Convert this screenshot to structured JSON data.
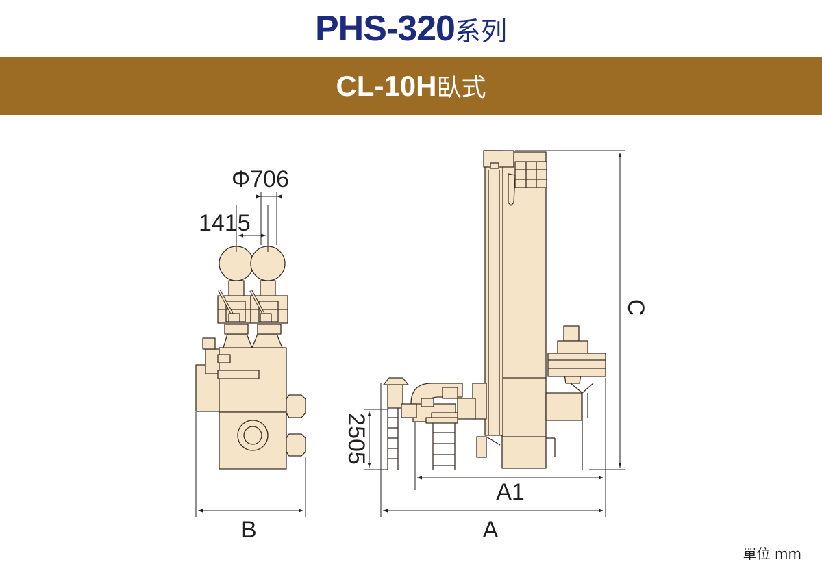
{
  "header": {
    "series_model": "PHS-320",
    "series_suffix": "系列",
    "sub_model": "CL-10H",
    "sub_suffix": "臥式"
  },
  "dimensions": {
    "phi": "Φ706",
    "spacing": "1415",
    "height_2505": "2505",
    "a1": "A1",
    "a": "A",
    "b": "B",
    "c": "C"
  },
  "unit_label": "單位 mm",
  "colors": {
    "title_blue": "#1c2b7f",
    "band_brown": "#9c6b24",
    "machine_fill": "#f6e4c8",
    "outline": "#3a2f28"
  }
}
